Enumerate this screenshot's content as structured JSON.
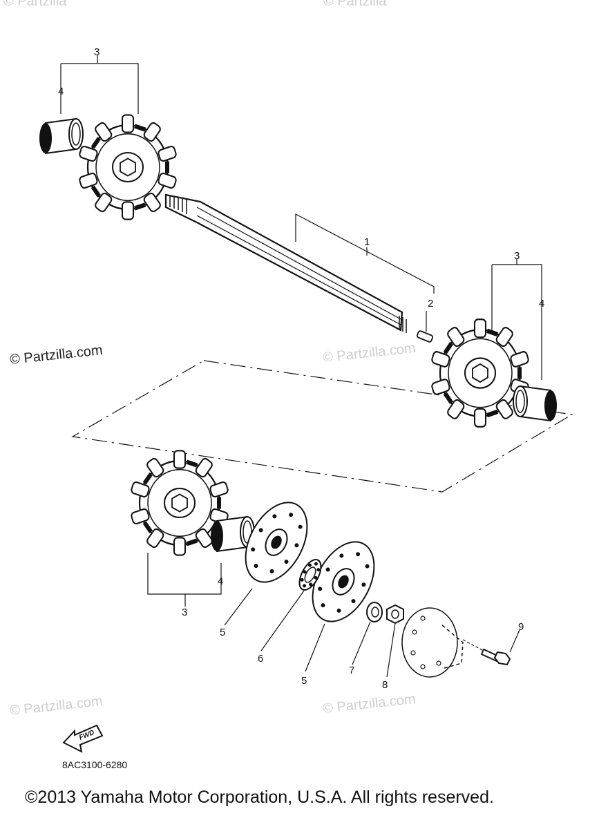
{
  "callouts": {
    "c1": "1",
    "c2": "2",
    "c3a": "3",
    "c3b": "3",
    "c3c": "3",
    "c4a": "4",
    "c4b": "4",
    "c4c": "4",
    "c5a": "5",
    "c5b": "5",
    "c6": "6",
    "c7": "7",
    "c8": "8",
    "c9": "9"
  },
  "watermarks": {
    "top_left": "© Partzilla",
    "top_mid": "© Partzilla",
    "left": "© Partzilla.com",
    "center": "© Partzilla.com",
    "bottom_left": "© Partzilla.com",
    "bottom_mid": "© Partzilla.com"
  },
  "fwd_label": "FWD",
  "diagram_code": "8AC3100-6280",
  "copyright": "©2013  Yamaha Motor Corporation, U.S.A. All rights reserved."
}
